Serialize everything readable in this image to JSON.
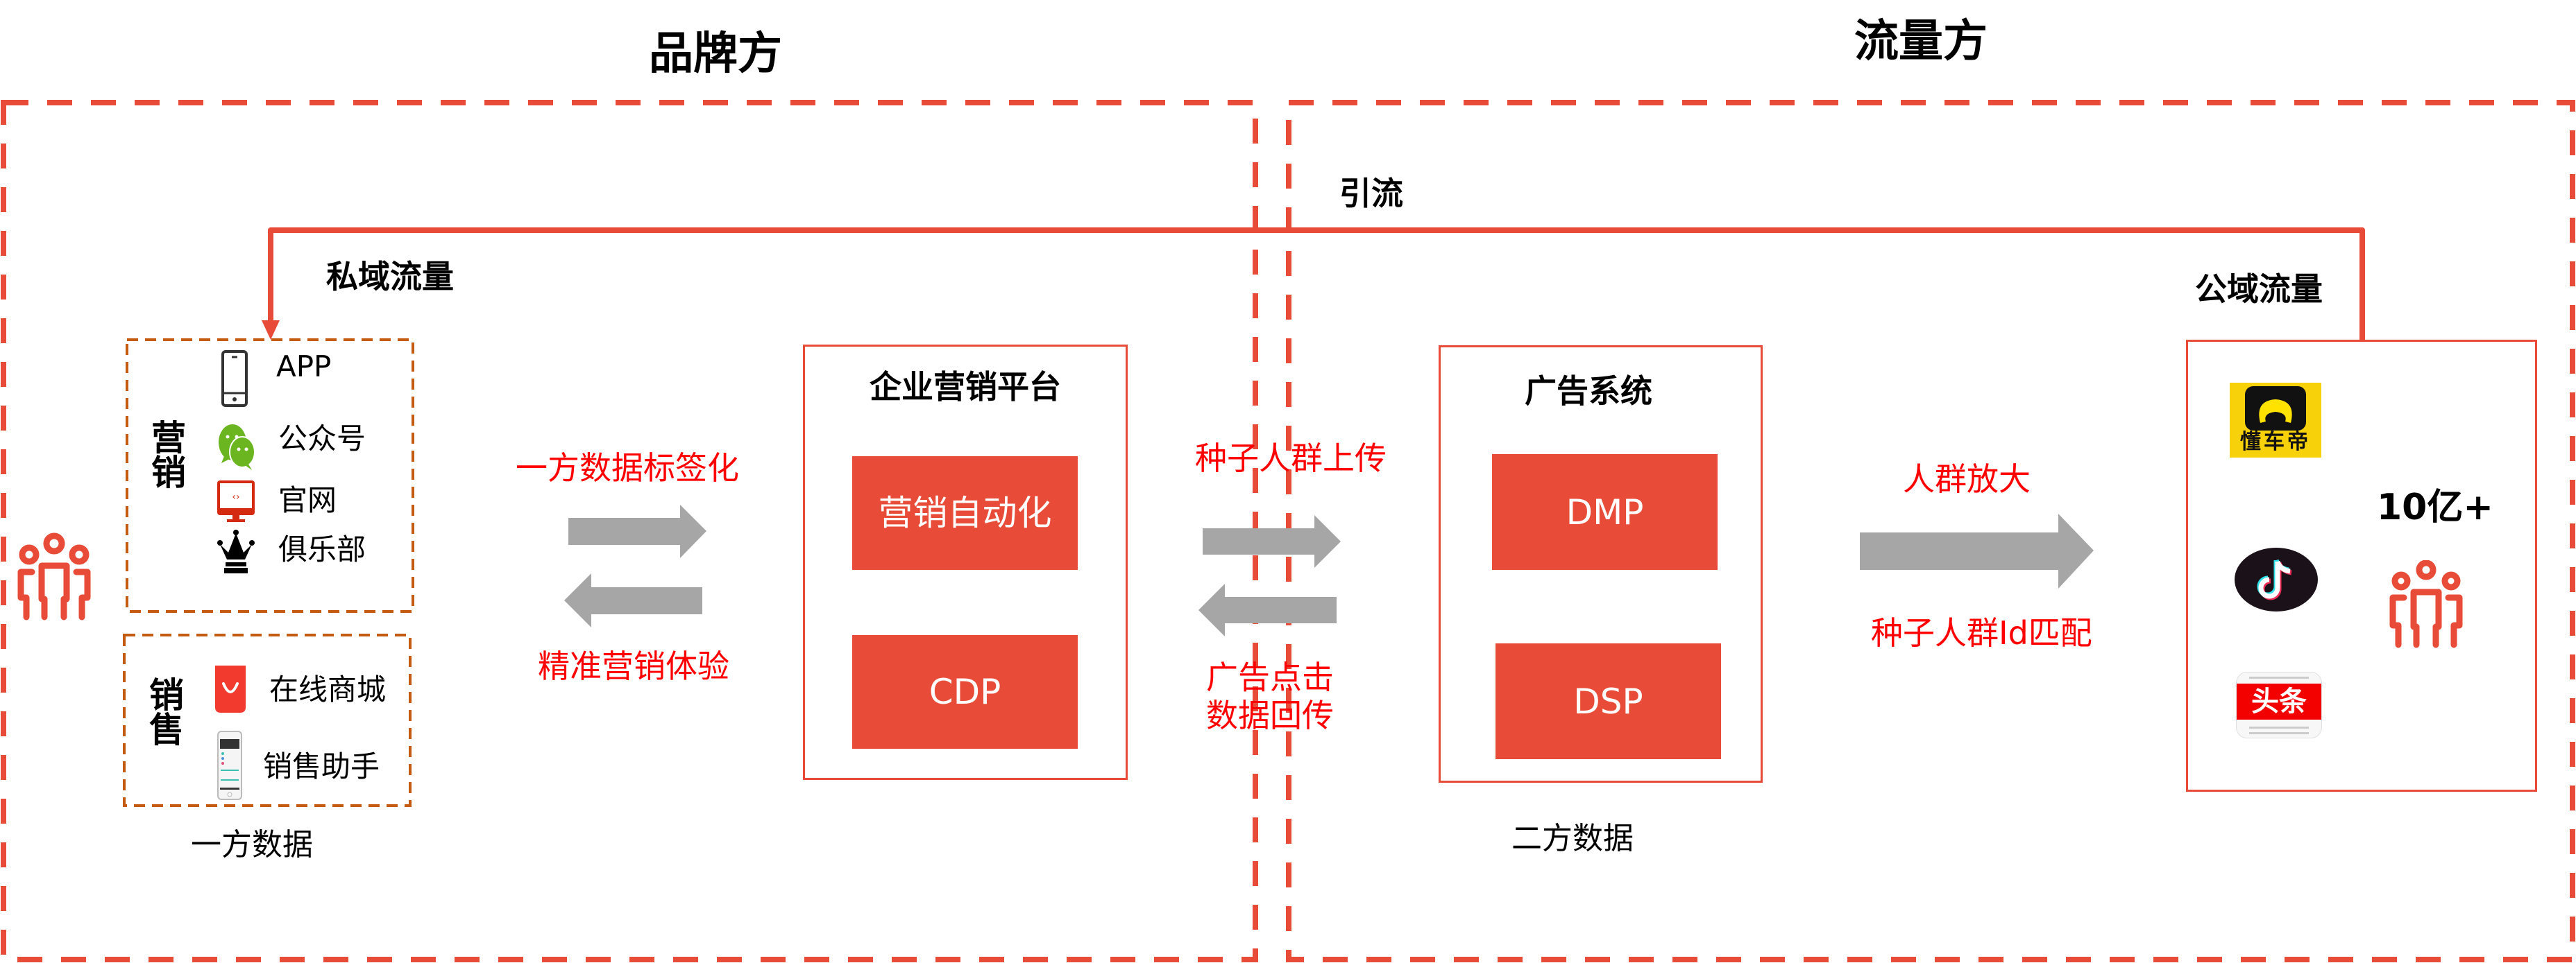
{
  "headers": {
    "brand_side": "品牌方",
    "traffic_side": "流量方"
  },
  "flows": {
    "diversion": "引流",
    "private_traffic": "私域流量",
    "public_traffic": "公域流量"
  },
  "first_party": {
    "marketing_group": {
      "label": "营销",
      "items": [
        {
          "icon": "mobile-phone-icon",
          "label": "APP"
        },
        {
          "icon": "wechat-icon",
          "label": "公众号"
        },
        {
          "icon": "website-monitor-icon",
          "label": "官网"
        },
        {
          "icon": "crown-icon",
          "label": "俱乐部"
        }
      ]
    },
    "sales_group": {
      "label": "销售",
      "items": [
        {
          "icon": "shopping-bag-icon",
          "label": "在线商城"
        },
        {
          "icon": "phone-app-screenshot-icon",
          "label": "销售助手"
        }
      ]
    },
    "caption": "一方数据"
  },
  "brand_exchange": {
    "forward_label": "一方数据标签化",
    "backward_label": "精准营销体验"
  },
  "marketing_platform": {
    "title": "企业营销平台",
    "modules": [
      "营销自动化",
      "CDP"
    ]
  },
  "cross_exchange": {
    "forward_label": "种子人群上传",
    "backward_label_line1": "广告点击",
    "backward_label_line2": "数据回传"
  },
  "ad_system": {
    "title": "广告系统",
    "modules": [
      "DMP",
      "DSP"
    ],
    "caption": "二方数据"
  },
  "amplify": {
    "top_label": "人群放大",
    "bottom_label": "种子人群Id匹配"
  },
  "public_platforms": {
    "apps": [
      {
        "icon": "dongchedi-app-icon",
        "label": "懂车帝"
      },
      {
        "icon": "douyin-app-icon",
        "label": ""
      },
      {
        "icon": "toutiao-app-icon",
        "label": "头条"
      }
    ],
    "audience_size": "10亿+"
  },
  "colors": {
    "accent": "#e84b37",
    "dashed_inner": "#c55a11",
    "red_text": "#ff0000",
    "arrow_gray": "#a6a6a6"
  }
}
